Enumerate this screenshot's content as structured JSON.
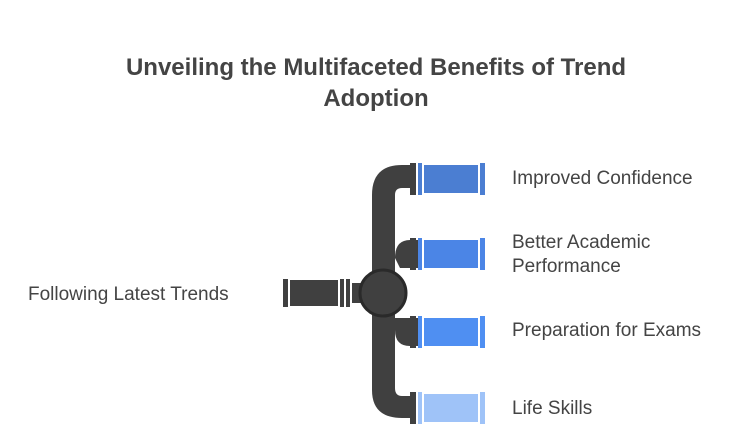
{
  "title": {
    "line1": "Unveiling the Multifaceted Benefits of Trend",
    "line2": "Adoption"
  },
  "input": {
    "label": "Following Latest Trends"
  },
  "outputs": [
    {
      "label": "Improved Confidence",
      "color": "#4b7ed2"
    },
    {
      "line1": "Better Academic",
      "line2": "Performance",
      "color": "#4b85e6"
    },
    {
      "label": "Preparation for Exams",
      "color": "#4f8ff2"
    },
    {
      "label": "Life Skills",
      "color": "#9fc3f8"
    }
  ],
  "colors": {
    "pipe": "#404040",
    "text": "#444444",
    "background": "#ffffff"
  }
}
